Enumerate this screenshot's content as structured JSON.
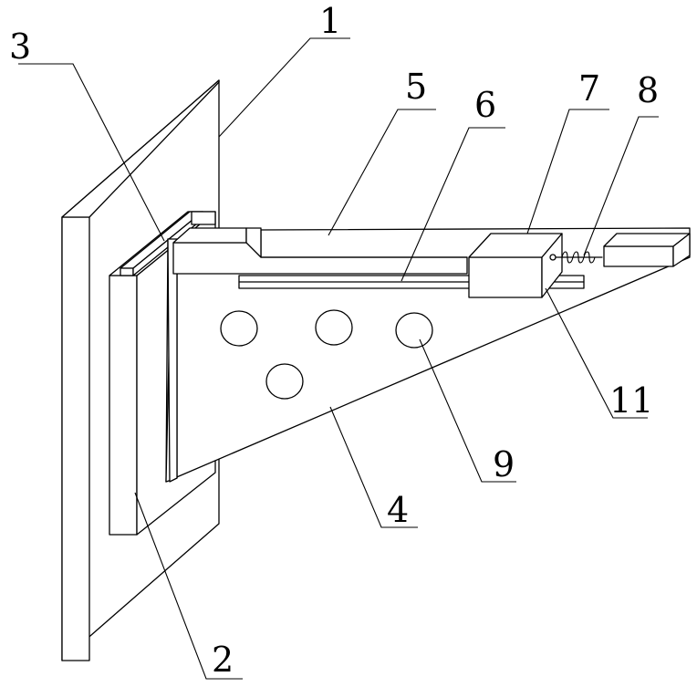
{
  "callouts": {
    "n1": "1",
    "n2": "2",
    "n3": "3",
    "n4": "4",
    "n5": "5",
    "n6": "6",
    "n7": "7",
    "n8": "8",
    "n9": "9",
    "n11": "11"
  }
}
